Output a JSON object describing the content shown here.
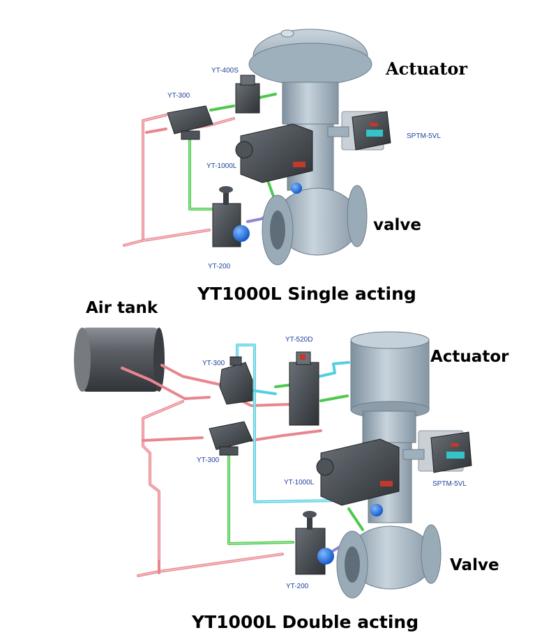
{
  "top": {
    "title": "YT1000L Single acting",
    "actuator": "Actuator",
    "valve": "valve",
    "labels": {
      "yt400s": "YT-400S",
      "yt300": "YT-300",
      "yt1000l": "YT-1000L",
      "sptm": "SPTM-5VL",
      "yt200": "YT-200"
    }
  },
  "bottom": {
    "title": "YT1000L Double acting",
    "air_tank": "Air tank",
    "actuator": "Actuator",
    "valve": "Valve",
    "labels": {
      "yt520d": "YT-520D",
      "yt300_a": "YT-300",
      "yt300_b": "YT-300",
      "yt1000l": "YT-1000L",
      "sptm": "SPTM-5VL",
      "yt200": "YT-200"
    }
  },
  "colors": {
    "supply_pipe": "#e8868f",
    "signal_pipe": "#4fc84f",
    "cyan_pipe": "#55cfe0",
    "actuator_body": "#a9b9c6",
    "device_dark": "#4a4f55",
    "accent_blue": "#1d6fe0"
  }
}
